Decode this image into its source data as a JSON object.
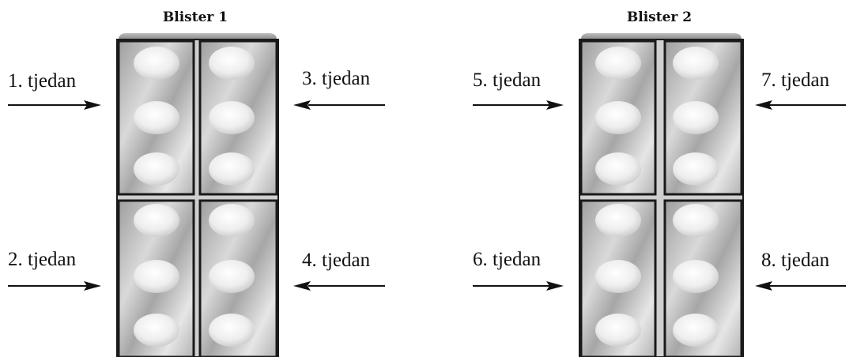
{
  "blisters": [
    {
      "title": "Blister 1",
      "weeks": [
        "1. tjedan",
        "2. tjedan",
        "3. tjedan",
        "4. tjedan"
      ]
    },
    {
      "title": "Blister 2",
      "weeks": [
        "5. tjedan",
        "6. tjedan",
        "7. tjedan",
        "8. tjedan"
      ]
    }
  ],
  "colors": {
    "pack_border": "#1a1a1a",
    "foil_light": "#f2f2f2",
    "foil_dark": "#a9a9a9",
    "arrow": "#111111"
  }
}
